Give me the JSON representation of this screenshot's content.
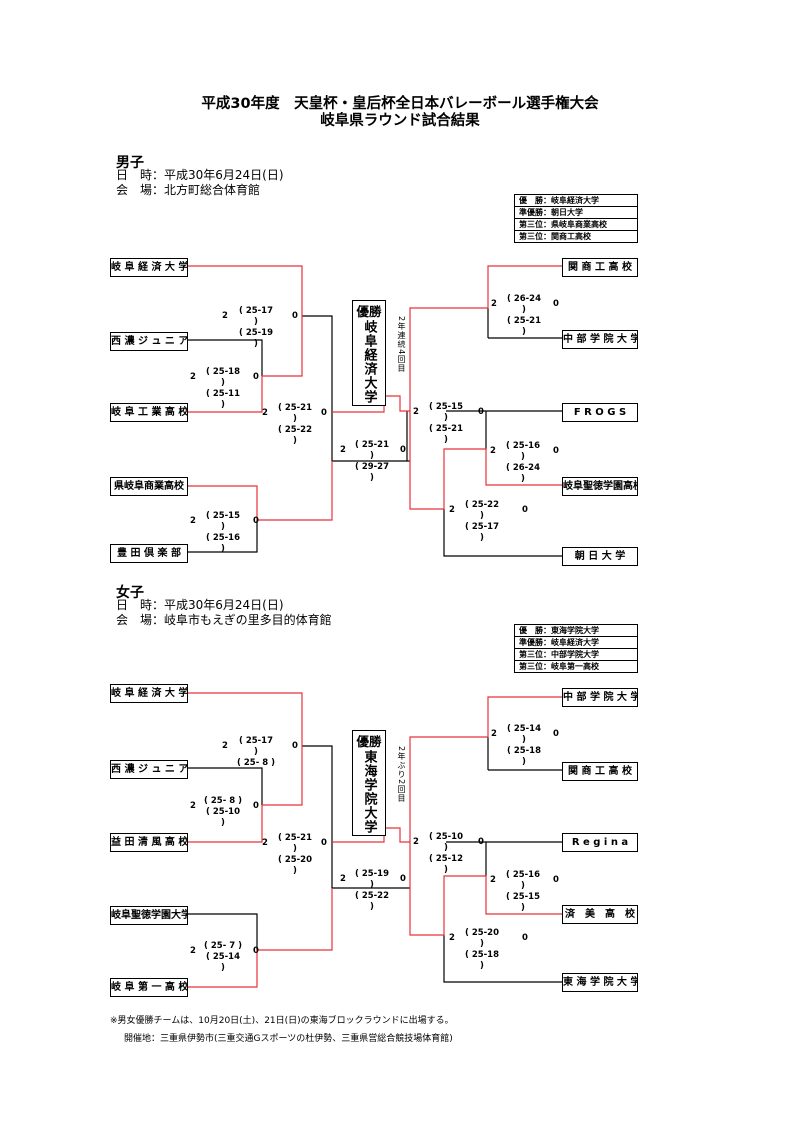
{
  "title": {
    "line1": "平成30年度　天皇杯・皇后杯全日本バレーボール選手権大会",
    "line2": "岐阜県ラウンド試合結果"
  },
  "men": {
    "heading": "男子",
    "date": "日　時：平成30年6月24日(日)",
    "venue": "会　場：北方町総合体育館",
    "standings": [
      {
        "rank": "優　勝",
        "team": "岐阜経済大学"
      },
      {
        "rank": "準優勝",
        "team": "朝日大学"
      },
      {
        "rank": "第三位",
        "team": "県岐阜商業高校"
      },
      {
        "rank": "第三位",
        "team": "関商工高校"
      }
    ],
    "left_teams": [
      "岐 阜 経 済 大 学",
      "西 濃 ジ ュ ニ ア",
      "岐 阜 工 業 高 校",
      "県岐阜商業高校",
      "豊 田 倶 楽 部"
    ],
    "right_teams": [
      "関 商 工 高 校",
      "中 部 学 院 大 学",
      "F R O G S",
      "岐阜聖徳学園高校",
      "朝 日 大 学"
    ],
    "champion_label": "優勝",
    "champion_name": "岐阜経済大学",
    "champion_note": "2年連続4回目",
    "matches": {
      "l_r1": {
        "sets": [
          "25-18",
          "25-11"
        ],
        "left": "2",
        "right": "0"
      },
      "l_qf1": {
        "sets": [
          "25-17",
          "25-19"
        ],
        "left": "2",
        "right": "0"
      },
      "l_qf2": {
        "sets": [
          "25-15",
          "25-16"
        ],
        "left": "2",
        "right": "0"
      },
      "l_sf": {
        "sets": [
          "25-21",
          "25-22"
        ],
        "left": "2",
        "right": "0"
      },
      "r_qf1": {
        "sets": [
          "26-24",
          "25-21"
        ],
        "left": "2",
        "right": "0"
      },
      "r_r1": {
        "sets": [
          "25-16",
          "26-24"
        ],
        "left": "2",
        "right": "0"
      },
      "r_qf2": {
        "sets": [
          "25-22",
          "25-17"
        ],
        "left": "2",
        "right": "0"
      },
      "r_sf": {
        "sets": [
          "25-15",
          "25-21"
        ],
        "left": "2",
        "right": "0"
      },
      "final": {
        "sets": [
          "25-21",
          "29-27"
        ],
        "left": "2",
        "right": "0"
      }
    }
  },
  "women": {
    "heading": "女子",
    "date": "日　時：平成30年6月24日(日)",
    "venue": "会　場：岐阜市もえぎの里多目的体育館",
    "standings": [
      {
        "rank": "優　勝",
        "team": "東海学院大学"
      },
      {
        "rank": "準優勝",
        "team": "岐阜経済大学"
      },
      {
        "rank": "第三位",
        "team": "中部学院大学"
      },
      {
        "rank": "第三位",
        "team": "岐阜第一高校"
      }
    ],
    "left_teams": [
      "岐 阜 経 済 大 学",
      "西 濃 ジ ュ ニ ア",
      "益 田 清 風 高 校",
      "岐阜聖徳学園大学",
      "岐 阜 第 一 高 校"
    ],
    "right_teams": [
      "中 部 学 院 大 学",
      "関 商 工 高 校",
      "R e g i n a",
      "済　美　高　校",
      "東 海 学 院 大 学"
    ],
    "champion_label": "優勝",
    "champion_name": "東海学院大学",
    "champion_note": "2年ぶり2回目",
    "matches": {
      "l_r1": {
        "sets": [
          "25- 8",
          "25-10"
        ],
        "left": "2",
        "right": "0"
      },
      "l_qf1": {
        "sets": [
          "25-17",
          "25- 8"
        ],
        "left": "2",
        "right": "0"
      },
      "l_qf2": {
        "sets": [
          "25- 7",
          "25-14"
        ],
        "left": "2",
        "right": "0"
      },
      "l_sf": {
        "sets": [
          "25-21",
          "25-20"
        ],
        "left": "2",
        "right": "0"
      },
      "r_qf1": {
        "sets": [
          "25-14",
          "25-18"
        ],
        "left": "2",
        "right": "0"
      },
      "r_r1": {
        "sets": [
          "25-16",
          "25-15"
        ],
        "left": "2",
        "right": "0"
      },
      "r_qf2": {
        "sets": [
          "25-20",
          "25-18"
        ],
        "left": "2",
        "right": "0"
      },
      "r_sf": {
        "sets": [
          "25-10",
          "25-12"
        ],
        "left": "2",
        "right": "0"
      },
      "final": {
        "sets": [
          "25-19",
          "25-22"
        ],
        "left": "2",
        "right": "0"
      }
    }
  },
  "footer": {
    "line1": "※男女優勝チームは、10月20日(土)、21日(日)の東海ブロックラウンドに出場する。",
    "line2": "開催地：三重県伊勢市(三重交通Gスポーツの杜伊勢、三重県営総合競技場体育館)"
  },
  "colors": {
    "winner_line": "#e8333b",
    "line": "#000000"
  }
}
